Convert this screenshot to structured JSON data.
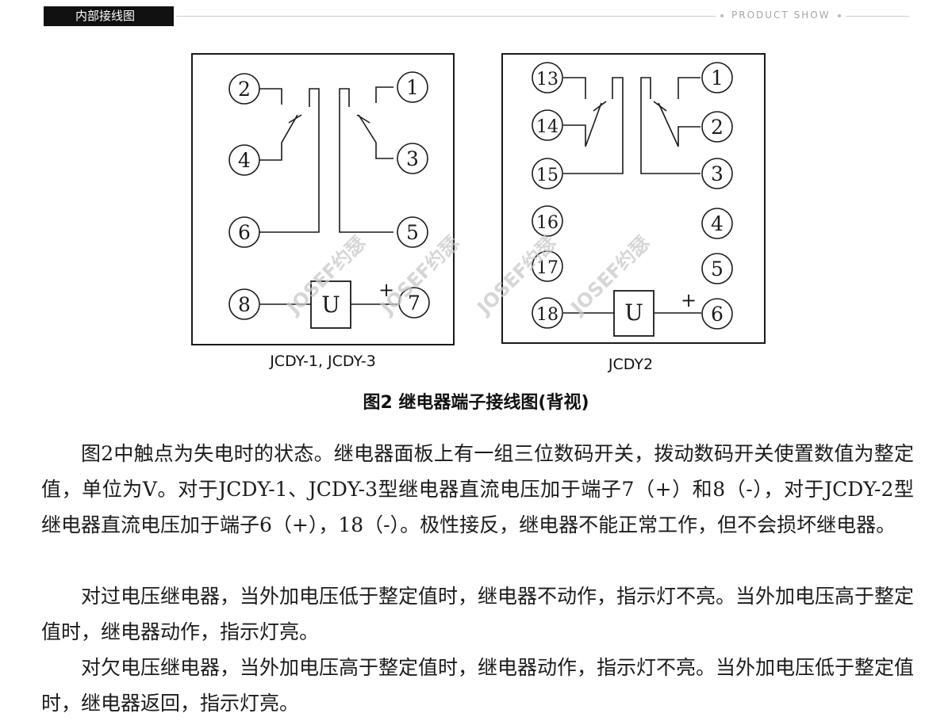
{
  "header": {
    "section_tag": "内部接线图",
    "product_show": "PRODUCT SHOW"
  },
  "diagram": {
    "left_terminals": [
      "2",
      "1",
      "4",
      "3",
      "6",
      "5",
      "8",
      "7"
    ],
    "left_label": "JCDY-1, JCDY-3",
    "right_terminals": [
      "13",
      "1",
      "14",
      "2",
      "15",
      "3",
      "16",
      "4",
      "17",
      "5",
      "18",
      "6"
    ],
    "right_label": "JCDY2",
    "coil_label": "U",
    "plus_sign": "+",
    "watermark": "JOSEF约瑟"
  },
  "figure_caption": "图2  继电器端子接线图(背视)",
  "paragraphs": [
    "图2中触点为失电时的状态。继电器面板上有一组三位数码开关，拨动数码开关使置数值为整定值，单位为V。对于JCDY-1、JCDY-3型继电器直流电压加于端子7（+）和8（-），对于JCDY-2型继电器直流电压加于端子6（+），18（-）。极性接反，继电器不能正常工作，但不会损坏继电器。",
    "对过电压继电器，当外加电压低于整定值时，继电器不动作，指示灯不亮。当外加电压高于整定值时，继电器动作，指示灯亮。",
    "对欠电压继电器，当外加电压高于整定值时，继电器动作，指示灯不亮。当外加电压低于整定值时，继电器返回，指示灯亮。"
  ]
}
